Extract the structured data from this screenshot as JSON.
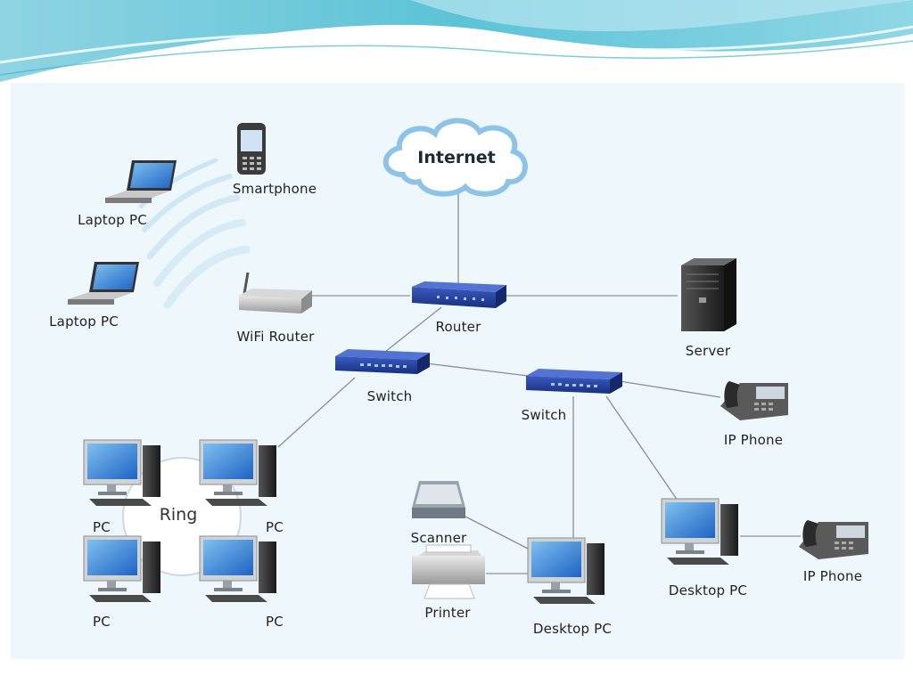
{
  "nodes": {
    "internet": "Internet",
    "router": "Router",
    "server": "Server",
    "wifi_router": "WiFi Router",
    "smartphone": "Smartphone",
    "laptop_1": "Laptop PC",
    "laptop_2": "Laptop PC",
    "switch_1": "Switch",
    "switch_2": "Switch",
    "ip_phone_1": "IP Phone",
    "ip_phone_2": "IP Phone",
    "ring": "Ring",
    "pc_1": "PC",
    "pc_2": "PC",
    "pc_3": "PC",
    "pc_4": "PC",
    "scanner": "Scanner",
    "printer": "Printer",
    "desktop_pc_1": "Desktop PC",
    "desktop_pc_2": "Desktop PC"
  },
  "colors": {
    "background": "#eef7fb",
    "header_teal": "#5cc3d6",
    "device_blue": "#1f3f9a",
    "monitor_screen": "#3a86d8",
    "link_line": "#8a8f94",
    "wifi_waves": "#b5dcf0"
  },
  "icons": [
    "cloud-icon",
    "router-icon",
    "server-icon",
    "wifi-router-icon",
    "smartphone-icon",
    "laptop-icon",
    "switch-icon",
    "ip-phone-icon",
    "desktop-pc-icon",
    "scanner-icon",
    "printer-icon"
  ]
}
